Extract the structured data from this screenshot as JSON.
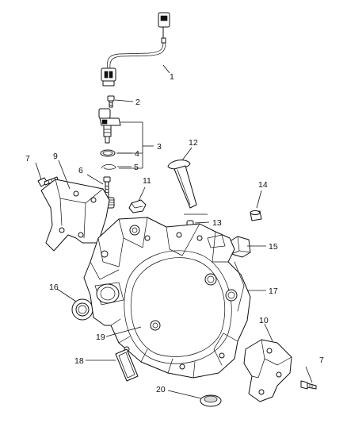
{
  "callouts": {
    "c1": "1",
    "c2": "2",
    "c3": "3",
    "c4": "4",
    "c5": "5",
    "c6": "6",
    "c7a": "7",
    "c7b": "7",
    "c8": "",
    "c9": "9",
    "c10": "10",
    "c11": "11",
    "c12": "12",
    "c13": "13",
    "c14": "14",
    "c15": "15",
    "c16": "16",
    "c17": "17",
    "c18": "18",
    "c19": "19",
    "c20": "20"
  },
  "colors": {
    "line": "#111111",
    "background": "#ffffff",
    "shade": "#d9d9d9"
  }
}
